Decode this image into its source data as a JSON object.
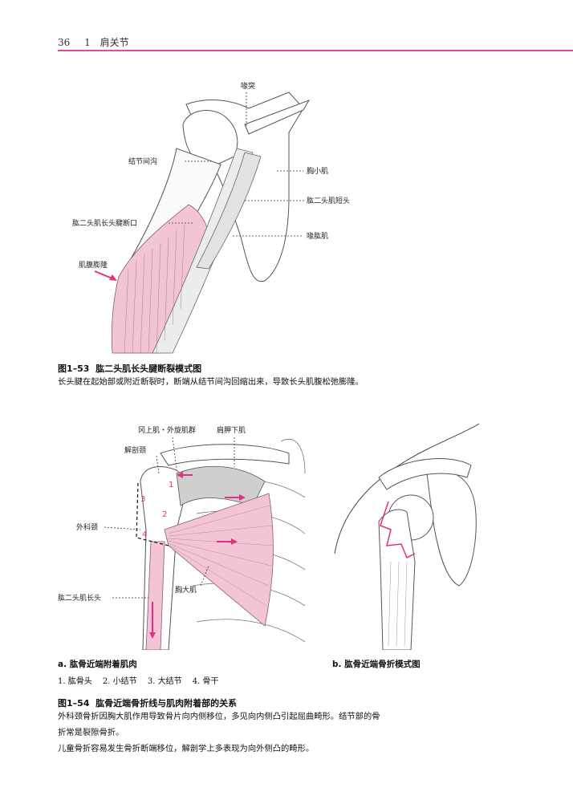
{
  "header": {
    "page_number": "36",
    "chapter_number": "1",
    "chapter_title": "肩关节"
  },
  "figure_53": {
    "labels": {
      "coracoid": "喙突",
      "groove": "结节间沟",
      "pec_minor": "胸小肌",
      "biceps_short": "肱二头肌短头",
      "biceps_long_rupture": "肱二头肌长头腱断口",
      "coracobrachialis": "喙肱肌",
      "muscle_bulge": "肌腹膨隆"
    },
    "caption_number": "图1–53",
    "caption_title": "肱二头肌长头腱断裂模式图",
    "caption_text": "长头腱在起始部或附近断裂时，断端从结节间沟回缩出来，导致长头肌腹松弛膨隆。"
  },
  "figure_54": {
    "labels": {
      "supraspinatus_group": "冈上肌・外旋肌群",
      "subscapularis": "肩胛下肌",
      "anatomical_neck": "解剖颈",
      "surgical_neck": "外科颈",
      "pec_major": "胸大肌",
      "biceps_long": "肱二头肌长头",
      "num1": "1",
      "num2": "2",
      "num3": "3",
      "num4": "4"
    },
    "sub_a": "a. 肱骨近端附着肌肉",
    "sub_b": "b. 肱骨近端骨折模式图",
    "legend": [
      "1. 肱骨头",
      "2. 小结节",
      "3. 大结节",
      "4. 骨干"
    ],
    "caption_number": "图1–54",
    "caption_title": "肱骨近端骨折线与肌肉附着部的关系",
    "caption_lines": [
      "外科颈骨折因胸大肌作用导致骨片向内侧移位，多见向内侧凸引起屈曲畸形。结节部的骨",
      "折常是裂隙骨折。",
      "儿童骨折容易发生骨折断端移位，解剖学上多表现为向外侧凸的畸形。"
    ]
  },
  "colors": {
    "accent": "#e54a9a",
    "muscle_pink": "#f2c4d6",
    "arrow": "#e0307f"
  }
}
